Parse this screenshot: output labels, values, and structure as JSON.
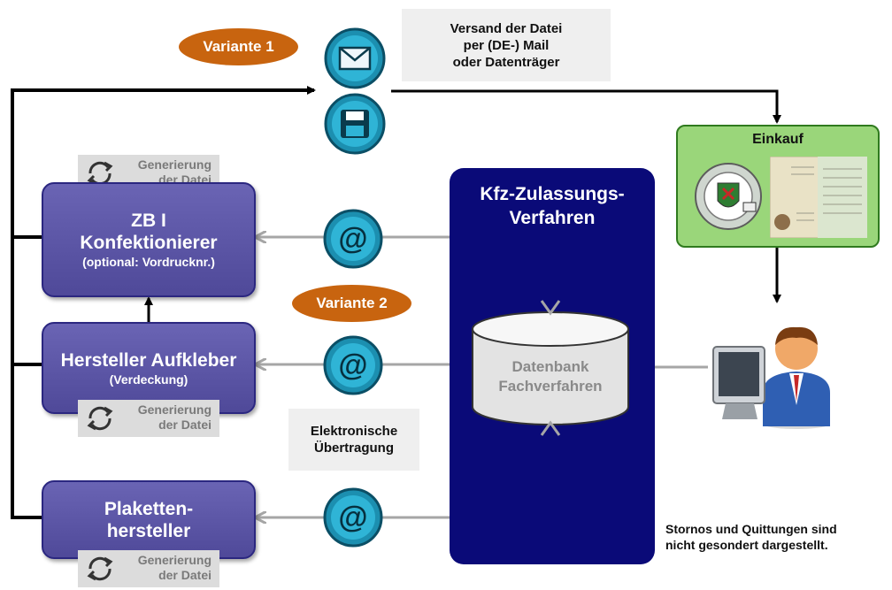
{
  "variants": {
    "v1": "Variante 1",
    "v2": "Variante 2"
  },
  "versand_note": [
    "Versand der Datei",
    "per (DE-) Mail",
    "oder Datenträger"
  ],
  "transfer_note": [
    "Elektronische",
    "Übertragung"
  ],
  "boxes": {
    "zb": {
      "line1": "ZB I",
      "line2": "Konfektionierer",
      "sub": "(optional: Vordrucknr.)"
    },
    "aufkleber": {
      "line1": "Hersteller Aufkleber",
      "sub": "(Verdeckung)"
    },
    "plakette": {
      "line1": "Plaketten-",
      "line2": "hersteller"
    }
  },
  "generierung": {
    "line1": "Generierung",
    "line2": "der Datei"
  },
  "kfz": {
    "line1": "Kfz-Zulassungs-",
    "line2": "Verfahren"
  },
  "datenbank": {
    "line1": "Datenbank",
    "line2": "Fachverfahren"
  },
  "einkauf": {
    "title": "Einkauf"
  },
  "footnote": [
    "Stornos und Quittungen sind",
    "nicht gesondert dargestellt."
  ],
  "icons": [
    "mail-icon",
    "floppy-disk-icon",
    "at-icon",
    "refresh-icon",
    "user-at-computer-icon",
    "seal-icon",
    "document-icon"
  ],
  "colors": {
    "variant": "#c8640f",
    "box": "#5a55a6",
    "kfz": "#0a0a78",
    "einkauf": "#9ad67a",
    "arrow_gray": "#a6a6a6"
  }
}
